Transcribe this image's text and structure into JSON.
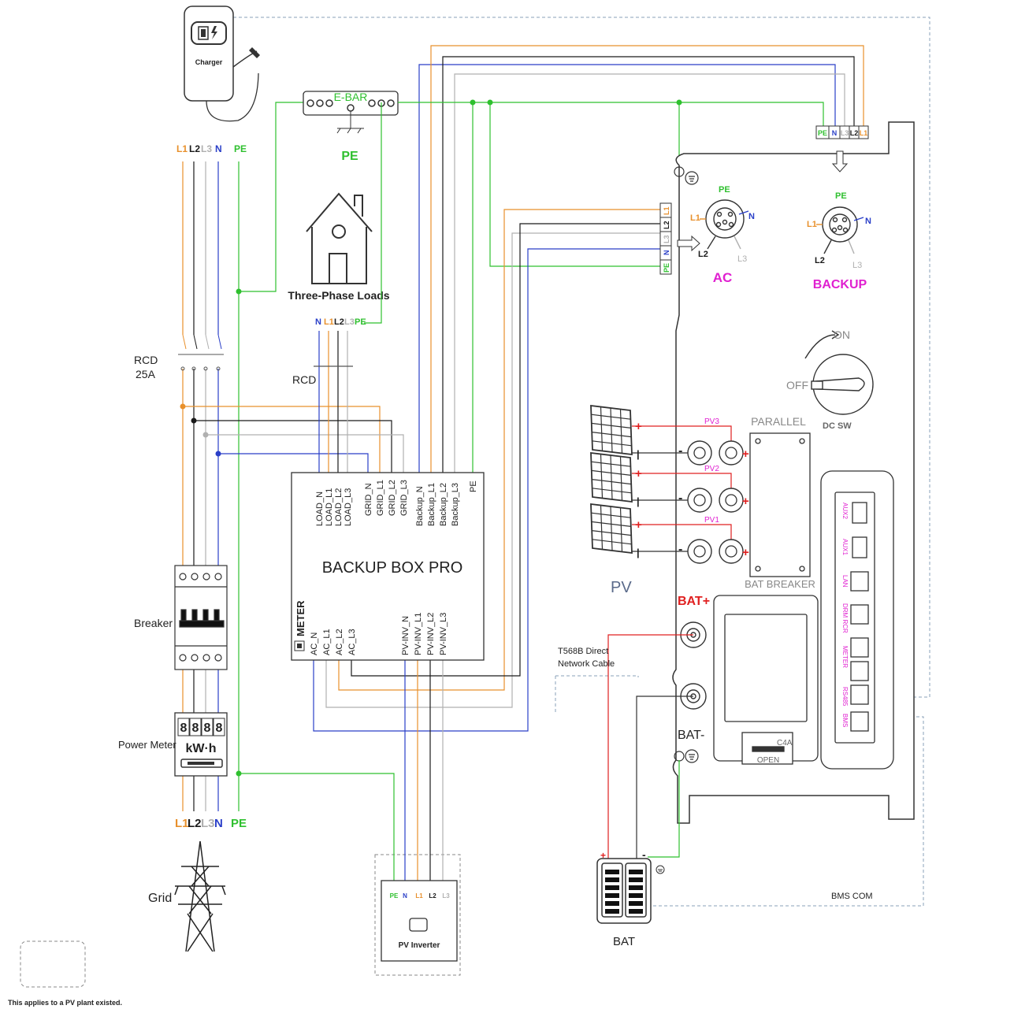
{
  "colors": {
    "l1": "#e8902c",
    "l2": "#1a1a1a",
    "l3": "#b0b0b0",
    "n": "#2a3fc8",
    "pe": "#2fc02f",
    "pv_red": "#e02020",
    "magenta": "#e020d0",
    "dash": "#8aa0b8"
  },
  "charger": {
    "label": "Charger"
  },
  "ebar": {
    "label": "E-BAR",
    "pe_label": "PE"
  },
  "left_bus": {
    "l1": "L1",
    "l2": "L2",
    "l3": "L3",
    "n": "N",
    "pe": "PE"
  },
  "loads": {
    "label": "Three-Phase Loads",
    "n": "N",
    "l1": "L1",
    "l2": "L2",
    "l3": "L3",
    "pe": "PE",
    "rcd": "RCD"
  },
  "rcd_main": {
    "line1": "RCD",
    "line2": "25A"
  },
  "breaker": {
    "label": "Breaker"
  },
  "meter": {
    "digits": [
      "8",
      "8",
      "8",
      "8"
    ],
    "unit": "kW·h",
    "label": "Power Meter"
  },
  "grid": {
    "label": "Grid",
    "l1": "L1",
    "l2": "L2",
    "l3": "L3",
    "n": "N",
    "pe": "PE"
  },
  "backup_box": {
    "title": "BACKUP BOX PRO",
    "top_terminals": [
      "LOAD_N",
      "LOAD_L1",
      "LOAD_L2",
      "LOAD_L3",
      "GRID_N",
      "GRID_L1",
      "GRID_L2",
      "GRID_L3",
      "Backup_N",
      "Backup_L1",
      "Backup_L2",
      "Backup_L3",
      "PE"
    ],
    "bottom_terminals": [
      "AC_N",
      "AC_L1",
      "AC_L2",
      "AC_L3",
      "PV-INV_N",
      "PV-INV_L1",
      "PV-INV_L2",
      "PV-INV_L3"
    ],
    "meter_label": "METER"
  },
  "pv_inverter": {
    "label": "PV Inverter",
    "terminals": [
      "PE",
      "N",
      "L1",
      "L2",
      "L3"
    ]
  },
  "inverter": {
    "ac_block": [
      "L1",
      "L2",
      "L3",
      "N",
      "PE"
    ],
    "backup_block": [
      "PE",
      "N",
      "L3",
      "L2",
      "L1"
    ],
    "ac": {
      "label": "AC",
      "pe": "PE",
      "l1": "L1",
      "n": "N",
      "l2": "L2",
      "l3": "L3"
    },
    "backup": {
      "label": "BACKUP",
      "pe": "PE",
      "l1": "L1",
      "n": "N",
      "l2": "L2",
      "l3": "L3"
    },
    "switch": {
      "on": "ON",
      "off": "OFF",
      "label": "DC SW"
    },
    "parallel": "PARALLEL",
    "pv_strings": [
      "PV3",
      "PV2",
      "PV1"
    ],
    "pv_label": "PV",
    "plus": "+",
    "minus": "-",
    "bat_breaker": "BAT BREAKER",
    "bat_plus": "BAT+",
    "bat_minus": "BAT-",
    "fuse": "C4A",
    "open": "OPEN",
    "com_ports": [
      "AUX2",
      "AUX1",
      "LAN",
      "DRM RCR",
      "METER",
      "RS485",
      "BMS"
    ]
  },
  "cable_note": {
    "line1": "T568B Direct",
    "line2": "Network Cable"
  },
  "battery": {
    "label": "BAT",
    "plus": "+",
    "minus": "-"
  },
  "bms_com": "BMS COM",
  "legend": {
    "text": "This applies to a  PV plant existed."
  }
}
